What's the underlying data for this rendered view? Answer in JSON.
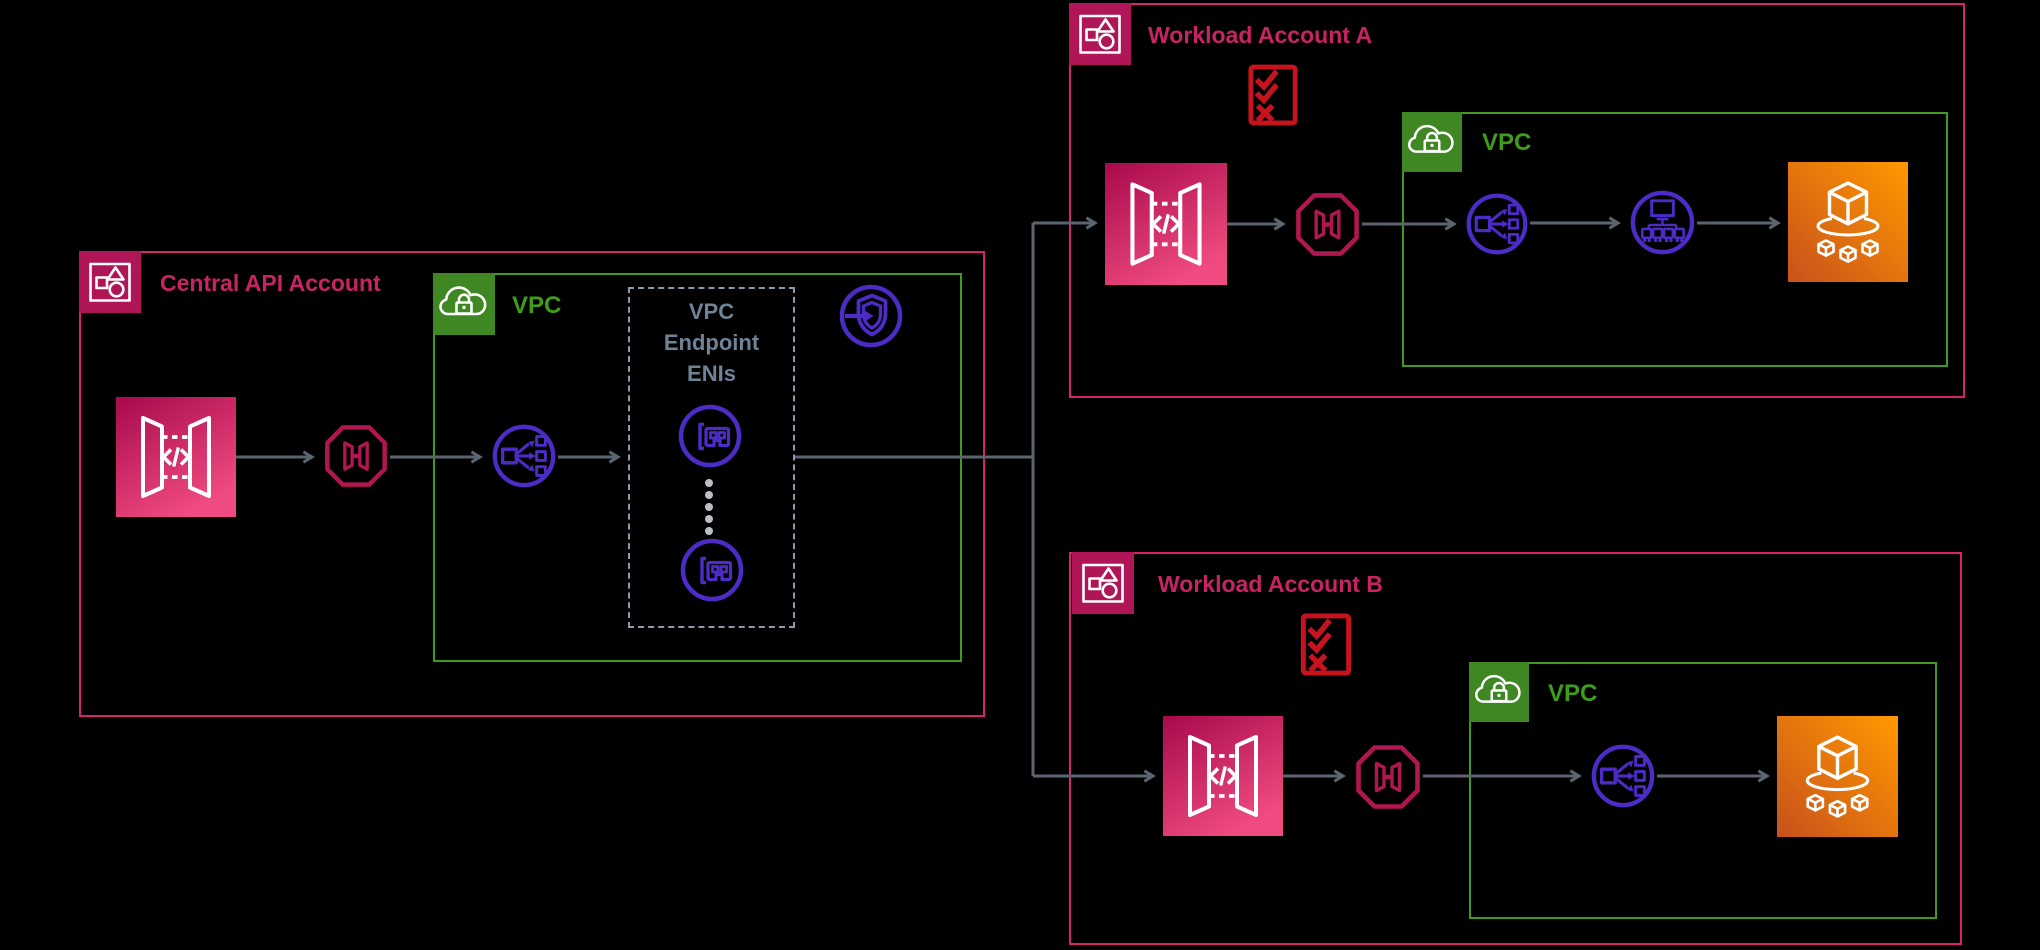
{
  "title": "Private cross-account API architecture diagram",
  "colors": {
    "background": "#000000",
    "account_border": "#D5246D",
    "account_label": "#C72365",
    "account_icon_fill": "#B01657",
    "vpc_border": "#3F9C1B",
    "vpc_icon_fill": "#3E8723",
    "vpc_label": "#3F9C1B",
    "endpoint_box_border": "#8A9BAC",
    "endpoint_box_label": "#6F8296",
    "connector": "#5B6570",
    "purple": "#4D2BC7",
    "octagon_crimson": "#B0164F",
    "checklist_red": "#C7131E",
    "apigw_grad_1": "#A8094C",
    "apigw_grad_2": "#EF4B80",
    "service_grad_1": "#C8511B",
    "service_grad_2": "#FF9900",
    "dots": "#B9BFC6"
  },
  "central_account": {
    "label": "Central API Account",
    "vpc": {
      "label": "VPC"
    },
    "endpoint_box": {
      "label": "VPC Endpoint ENIs"
    }
  },
  "workload_account_a": {
    "label": "Workload Account A",
    "vpc": {
      "label": "VPC"
    }
  },
  "workload_account_b": {
    "label": "Workload Account B",
    "vpc": {
      "label": "VPC"
    }
  },
  "icons": {
    "account": "aws-account-icon",
    "vpc_badge": "vpc-cloud-lock-icon",
    "api_gateway": "api-gateway-icon",
    "api_endpoint": "api-endpoint-octagon-icon",
    "load_balancer": "elastic-load-balancing-icon",
    "eni": "elastic-network-interface-icon",
    "privatelink": "privatelink-shield-icon",
    "instances": "ec2-instances-icon",
    "service": "service-cube-ring-icon",
    "policy_rules": "policy-checklist-icon",
    "ellipsis": "vertical-ellipsis-dots"
  }
}
